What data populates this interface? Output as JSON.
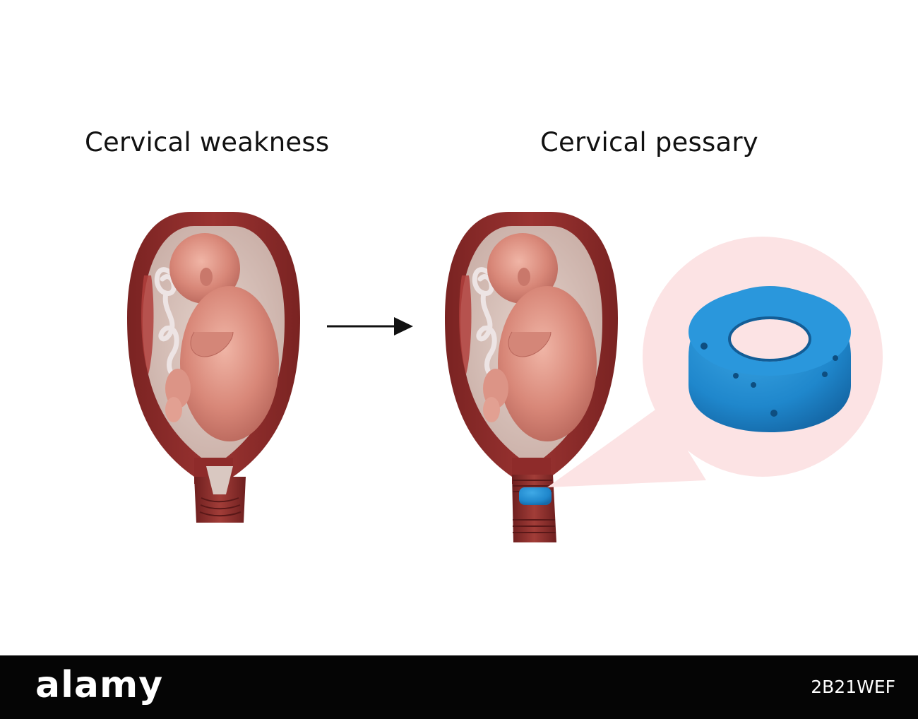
{
  "titles": {
    "left": "Cervical weakness",
    "right": "Cervical pessary"
  },
  "footer": {
    "brand": "alamy",
    "image_id": "2B21WEF"
  },
  "colors": {
    "uterus_wall": "#8e2b2a",
    "uterus_inner": "#b64a43",
    "cavity": "#d9c8c1",
    "fetus": "#d9887c",
    "cord": "#e8dede",
    "pessary": "#1f8fd4",
    "bubble": "#fce3e4"
  }
}
